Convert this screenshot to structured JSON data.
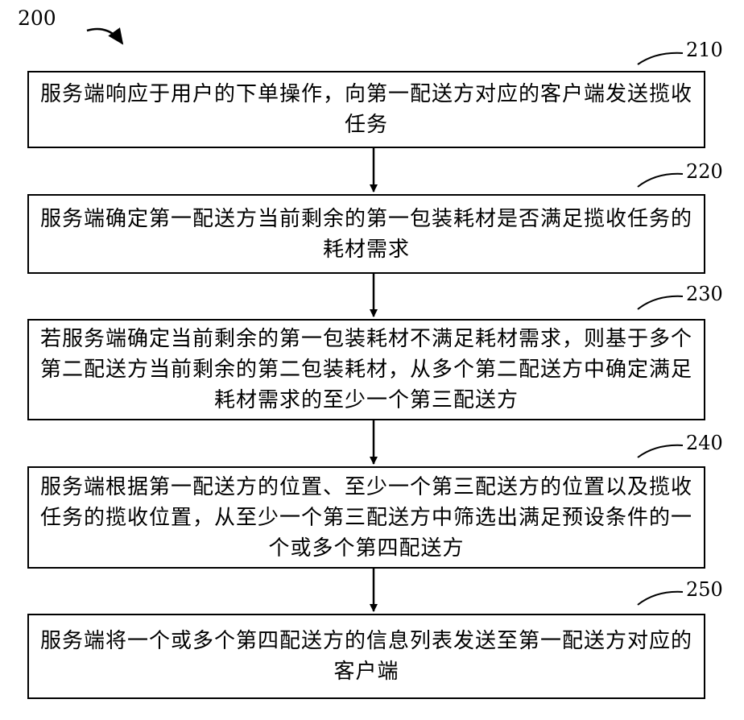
{
  "figure_label": "200",
  "steps": [
    {
      "ref": "210",
      "text": "服务端响应于用户的下单操作，向第一配送方对应的客户端发送揽收任务"
    },
    {
      "ref": "220",
      "text": "服务端确定第一配送方当前剩余的第一包装耗材是否满足揽收任务的耗材需求"
    },
    {
      "ref": "230",
      "text": "若服务端确定当前剩余的第一包装耗材不满足耗材需求，则基于多个第二配送方当前剩余的第二包装耗材，从多个第二配送方中确定满足耗材需求的至少一个第三配送方"
    },
    {
      "ref": "240",
      "text": "服务端根据第一配送方的位置、至少一个第三配送方的位置以及揽收任务的揽收位置，从至少一个第三配送方中筛选出满足预设条件的一个或多个第四配送方"
    },
    {
      "ref": "250",
      "text": "服务端将一个或多个第四配送方的信息列表发送至第一配送方对应的客户端"
    }
  ]
}
